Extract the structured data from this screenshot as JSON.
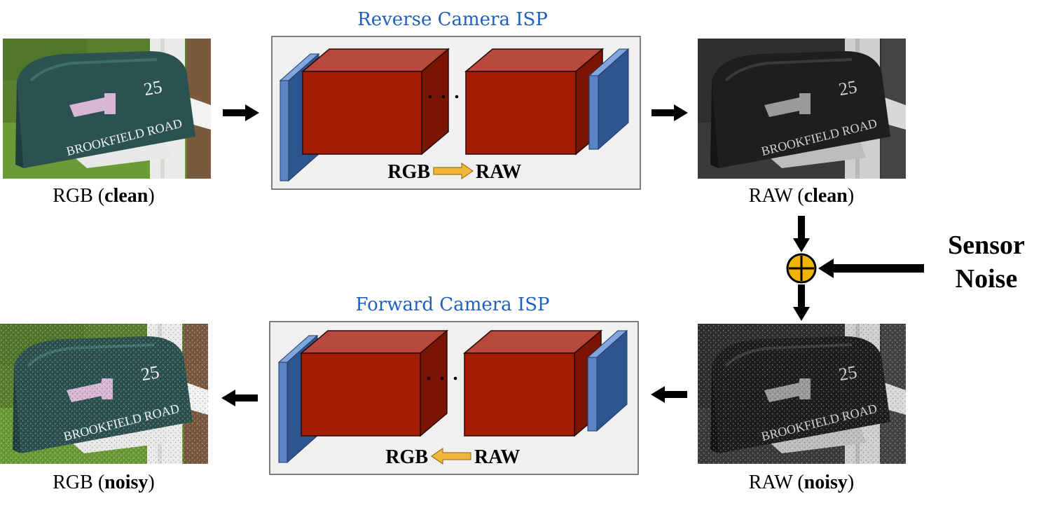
{
  "reverse_isp": {
    "title": "Reverse Camera ISP",
    "label_left": "RGB",
    "label_right": "RAW",
    "arrow_direction": "right"
  },
  "forward_isp": {
    "title": "Forward Camera ISP",
    "label_left": "RGB",
    "label_right": "RAW",
    "arrow_direction": "left"
  },
  "images": {
    "rgb_clean": {
      "prefix": "RGB (",
      "emph": "clean",
      "suffix": ")"
    },
    "raw_clean": {
      "prefix": "RAW (",
      "emph": "clean",
      "suffix": ")"
    },
    "raw_noisy": {
      "prefix": "RAW (",
      "emph": "noisy",
      "suffix": ")"
    },
    "rgb_noisy": {
      "prefix": "RGB (",
      "emph": "noisy",
      "suffix": ")"
    }
  },
  "mailbox": {
    "number": "25",
    "street": "BROOKFIELD ROAD"
  },
  "noise": {
    "line1": "Sensor",
    "line2": "Noise"
  },
  "colors": {
    "title_blue": "#1f5fbf",
    "block_red": "#a31d05",
    "block_blue": "#5b84c4",
    "adder_yellow": "#f0b400",
    "panel_gray": "#f0f0f0",
    "mailbox_green": "#2c5350",
    "grass_green": "#5e8e2e"
  },
  "icons": {
    "adder": "circled-plus-icon",
    "flow_arrow": "arrow-icon"
  }
}
